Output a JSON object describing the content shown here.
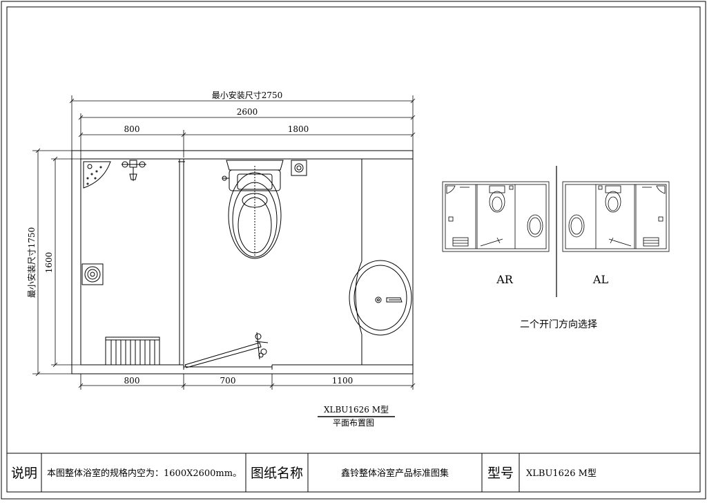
{
  "plan": {
    "min_install_width": "最小安装尺寸2750",
    "total_width": "2600",
    "left_width": "800",
    "right_width": "1800",
    "min_install_height": "最小安装尺寸1750",
    "height": "1600",
    "bottom_left": "800",
    "bottom_middle": "700",
    "bottom_right": "1100",
    "model_label": "XLBU1626 M型",
    "plan_label": "平面布置图"
  },
  "variants": {
    "ar_label": "AR",
    "al_label": "AL",
    "note": "二个开门方向选择"
  },
  "title_block": {
    "desc_label": "说明",
    "desc_text": "本图整体浴室的规格内空为：1600X2600mm。",
    "drawing_name_label": "图纸名称",
    "drawing_name_text": "鑫铃整体浴室产品标准图集",
    "model_label": "型号",
    "model_text": "XLBU1626 M型"
  }
}
